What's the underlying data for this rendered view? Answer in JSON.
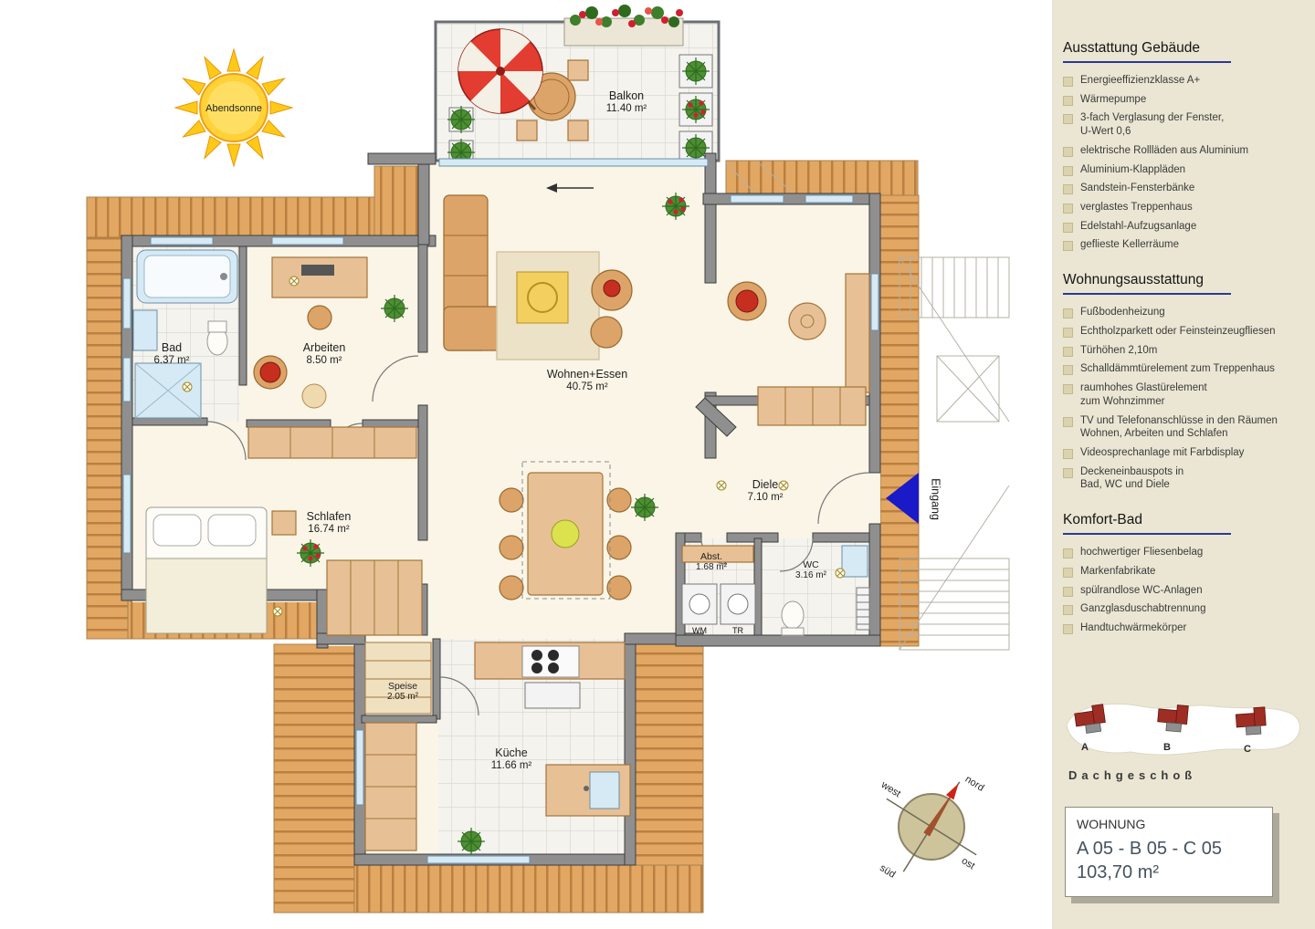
{
  "colors": {
    "sidebar-bg": "#eae6d3",
    "heading-underline": "#2b3990",
    "wall-gray": "#8f8f8f",
    "furniture-tan": "#e7c195",
    "accent-red": "#c62f20",
    "plant-green": "#4e8f34",
    "water-blue": "#d6eaf5",
    "entry-blue": "#1a1ac8",
    "sun-yellow": "#ffd23a"
  },
  "plan": {
    "sun_label": "Abendsonne",
    "entrance_label": "Eingang",
    "compass": {
      "north": "nord",
      "east": "ost",
      "south": "süd",
      "west": "west"
    },
    "appliances": {
      "washer": "WM",
      "dryer": "TR"
    },
    "rooms": [
      {
        "name": "Balkon",
        "area": "11.40 m²"
      },
      {
        "name": "Bad",
        "area": "6.37 m²"
      },
      {
        "name": "Arbeiten",
        "area": "8.50 m²"
      },
      {
        "name": "Wohnen+Essen",
        "area": "40.75 m²"
      },
      {
        "name": "Schlafen",
        "area": "16.74 m²"
      },
      {
        "name": "Diele",
        "area": "7.10 m²"
      },
      {
        "name": "Abst.",
        "area": "1.68 m²"
      },
      {
        "name": "WC",
        "area": "3.16 m²"
      },
      {
        "name": "Speise",
        "area": "2.05 m²"
      },
      {
        "name": "Küche",
        "area": "11.66 m²"
      }
    ]
  },
  "sidebar": {
    "sections": [
      {
        "title": "Ausstattung Gebäude",
        "items": [
          "Energieeffizienzklasse A+",
          "Wärmepumpe",
          "3-fach Verglasung der Fenster,\nU-Wert 0,6",
          "elektrische Rollläden aus Aluminium",
          "Aluminium-Klappläden",
          "Sandstein-Fensterbänke",
          "verglastes Treppenhaus",
          "Edelstahl-Aufzugsanlage",
          "geflieste Kellerräume"
        ]
      },
      {
        "title": "Wohnungsausstattung",
        "items": [
          "Fußbodenheizung",
          "Echtholzparkett oder Feinsteinzeugfliesen",
          "Türhöhen 2,10m",
          "Schalldämmtürelement zum Treppenhaus",
          "raumhohes Glastürelement\nzum Wohnzimmer",
          "TV und Telefonanschlüsse in den Räumen\nWohnen, Arbeiten und Schlafen",
          "Videosprechanlage mit Farbdisplay",
          "Deckeneinbauspots in\nBad, WC und Diele"
        ]
      },
      {
        "title": "Komfort-Bad",
        "items": [
          "hochwertiger Fliesenbelag",
          "Markenfabrikate",
          "spülrandlose WC-Anlagen",
          "Ganzglasduschabtrennung",
          "Handtuchwärmekörper"
        ]
      }
    ],
    "buildings": [
      "A",
      "B",
      "C"
    ],
    "floor_label": "Dachgeschoß",
    "apartment": {
      "title": "WOHNUNG",
      "units": "A 05 - B 05 - C 05",
      "area": "103,70 m²"
    }
  }
}
